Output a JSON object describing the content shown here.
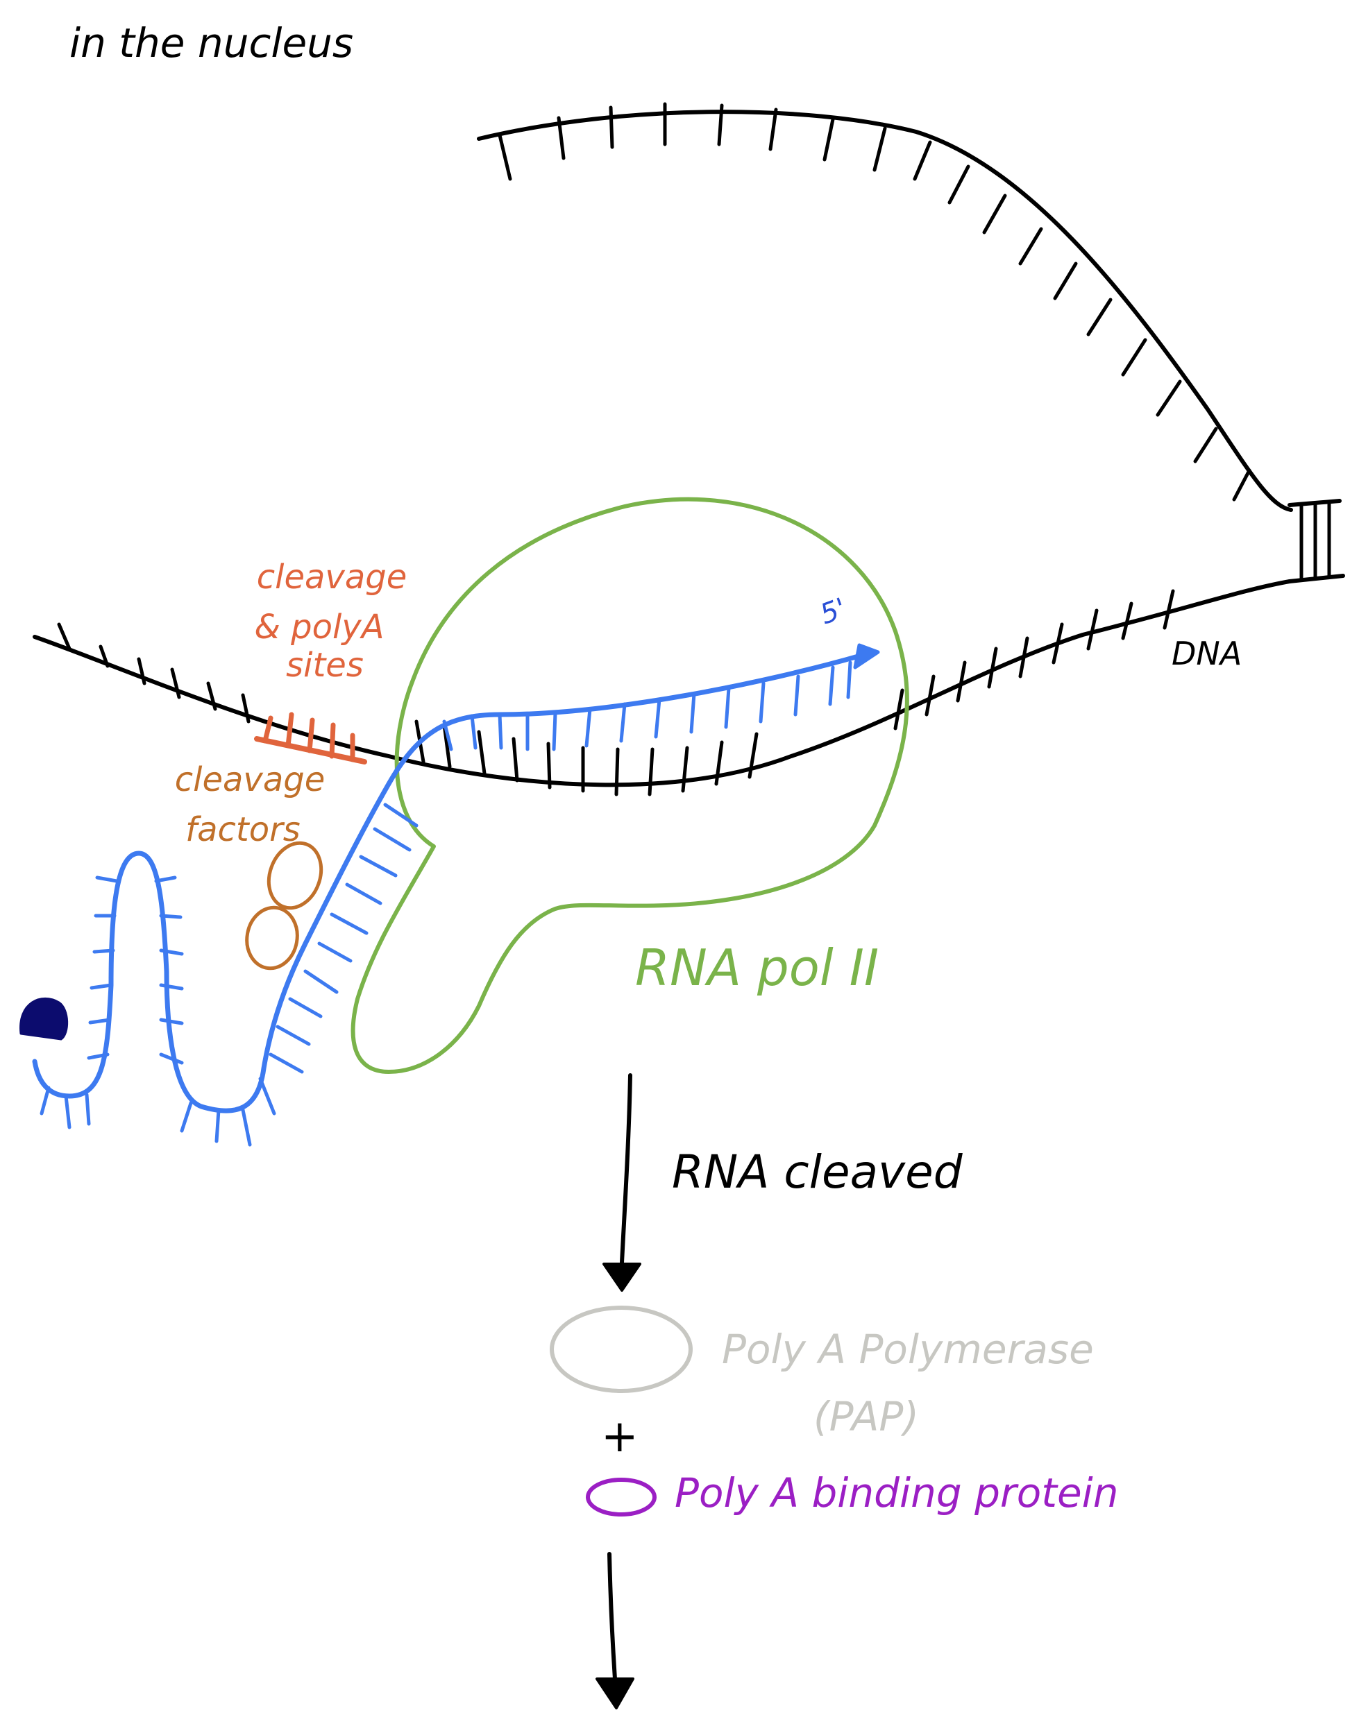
{
  "labels": {
    "heading": "in the nucleus",
    "dna": "DNA",
    "cleavage_sites": [
      "cleavage",
      "& polyA",
      "sites"
    ],
    "cleavage_factors": [
      "cleavage",
      "factors"
    ],
    "rna_pol": "RNA pol II",
    "five_prime": "5'",
    "rna_cleaved": "RNA cleaved",
    "pap": [
      "Poly A Polymerase",
      "(PAP)"
    ],
    "plus": "+",
    "pabp": "Poly A binding protein"
  },
  "colors": {
    "dna": "#000000",
    "rna": "#3d7af0",
    "cleavage_sites": "#e0643c",
    "cleavage_factors": "#c0702a",
    "rna_pol": "#7ab34a",
    "cap": "#0c0c6e",
    "pap": "#c7c7c2",
    "pabp": "#9b1fc4"
  }
}
